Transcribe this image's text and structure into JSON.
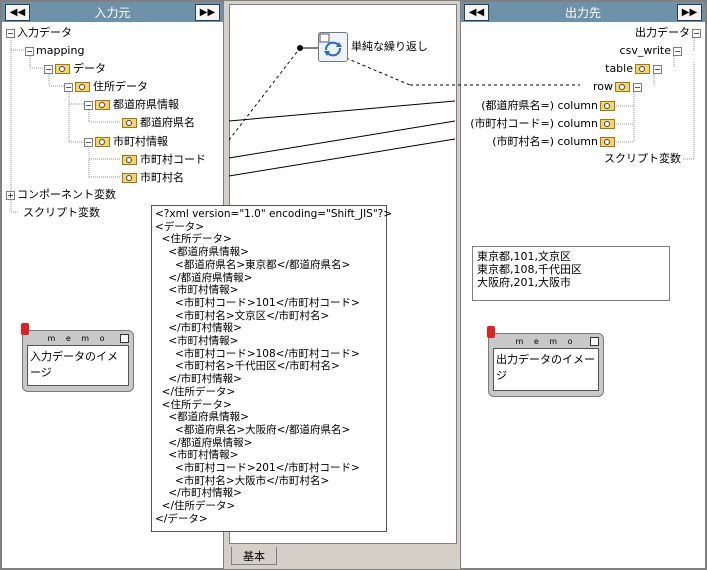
{
  "input_panel": {
    "title": "入力元",
    "nav_left": "◀◀",
    "nav_right": "▶▶",
    "tree": {
      "root": "入力データ",
      "mapping": "mapping",
      "data": "データ",
      "address": "住所データ",
      "pref_info": "都道府県情報",
      "pref_name": "都道府県名",
      "city_info": "市町村情報",
      "city_code": "市町村コード",
      "city_name": "市町村名",
      "component_vars": "コンポーネント変数",
      "script_vars": "スクリプト変数"
    }
  },
  "output_panel": {
    "title": "出力先",
    "nav_left": "◀◀",
    "nav_right": "▶▶",
    "tree": {
      "root": "出力データ",
      "csv_write": "csv_write",
      "table": "table",
      "row": "row",
      "col1": "(都道府県名=) column",
      "col2": "(市町村コード=) column",
      "col3": "(市町村名=) column",
      "script_vars": "スクリプト変数"
    }
  },
  "mapping_area": {
    "process_label": "単純な繰り返し",
    "tab_label": "基本"
  },
  "memo_input": {
    "title": "m e m o",
    "text": "入力データのイメージ"
  },
  "memo_output": {
    "title": "m e m o",
    "text": "出力データのイメージ"
  },
  "xml_sample": "<?xml version=\"1.0\" encoding=\"Shift_JIS\"?>\n<データ>\n  <住所データ>\n    <都道府県情報>\n      <都道府県名>東京都</都道府県名>\n    </都道府県情報>\n    <市町村情報>\n      <市町村コード>101</市町村コード>\n      <市町村名>文京区</市町村名>\n    </市町村情報>\n    <市町村情報>\n      <市町村コード>108</市町村コード>\n      <市町村名>千代田区</市町村名>\n    </市町村情報>\n  </住所データ>\n  <住所データ>\n    <都道府県情報>\n      <都道府県名>大阪府</都道府県名>\n    </都道府県情報>\n    <市町村情報>\n      <市町村コード>201</市町村コード>\n      <市町村名>大阪市</市町村名>\n    </市町村情報>\n  </住所データ>\n</データ>",
  "csv_sample": "東京都,101,文京区\n東京都,108,千代田区\n大阪府,201,大阪市"
}
